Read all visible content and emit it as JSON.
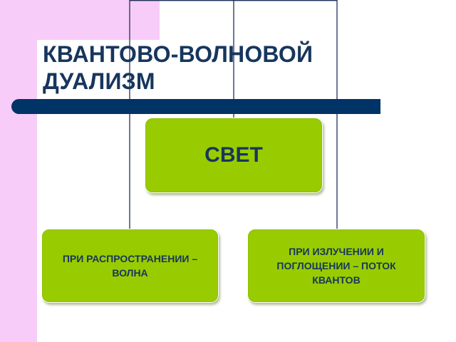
{
  "title": {
    "line1": "КВАНТОВО-ВОЛНОВОЙ",
    "line2": "ДУАЛИЗМ"
  },
  "nodes": {
    "main": "СВЕТ",
    "left": "ПРИ РАСПРОСТРАНЕНИИ – ВОЛНА",
    "right": "ПРИ ИЗЛУЧЕНИИ И ПОГЛОЩЕНИИ – ПОТОК КВАНТОВ"
  },
  "colors": {
    "background": "#ffffff",
    "accent_band": "#f8ccf8",
    "title_text": "#17365d",
    "title_bar": "#003366",
    "box_fill": "#99cc00",
    "box_text": "#17365d",
    "connector": "#1f2f5a"
  }
}
